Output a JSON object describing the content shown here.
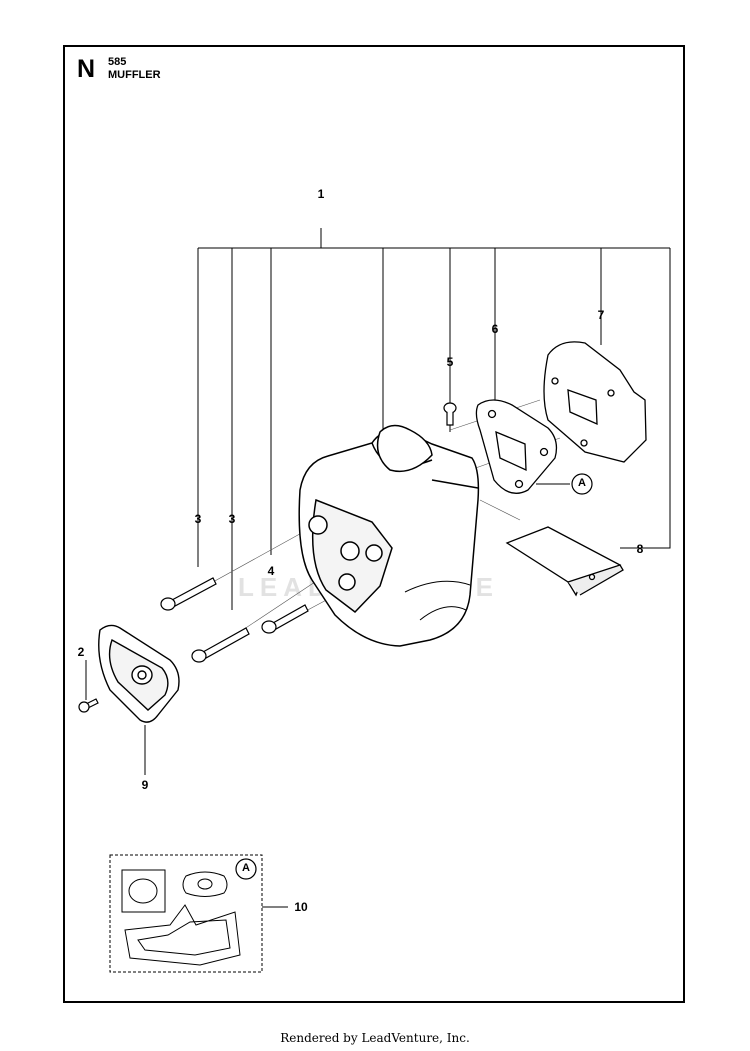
{
  "header": {
    "section_letter": "N",
    "model": "585",
    "title": "MUFFLER"
  },
  "watermark": "LEADVENTURE",
  "callouts": {
    "c1": "1",
    "c2": "2",
    "c3a": "3",
    "c3b": "3",
    "c4": "4",
    "c5": "5",
    "c6": "6",
    "c7": "7",
    "c8": "8",
    "c9": "9",
    "c10": "10"
  },
  "references": {
    "ref_main": "A",
    "ref_kit": "A"
  },
  "footer": "Rendered by LeadVenture, Inc."
}
